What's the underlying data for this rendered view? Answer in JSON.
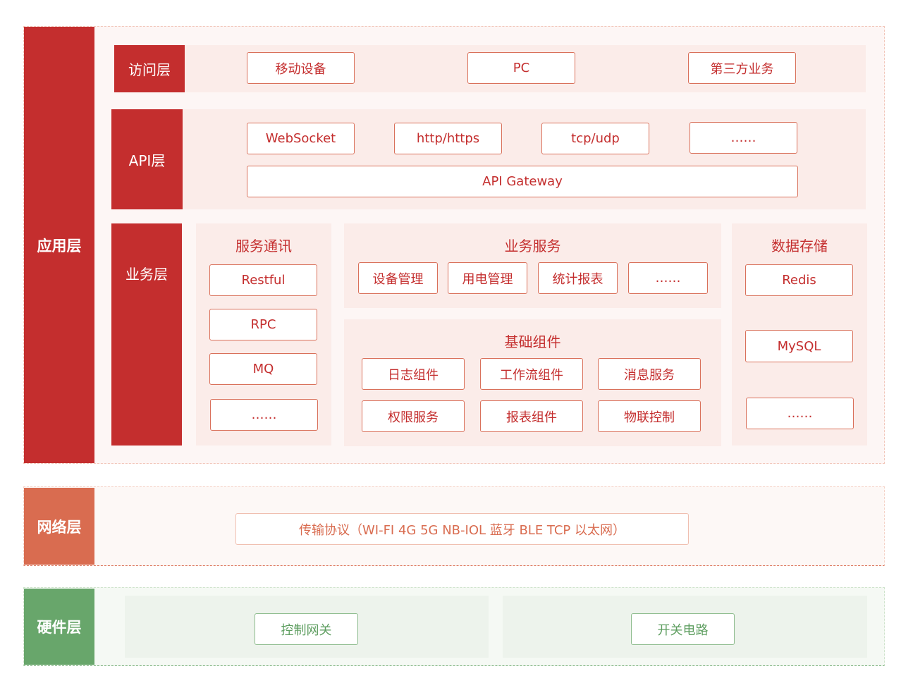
{
  "colors": {
    "app": "#c42e2e",
    "network": "#d96c50",
    "hardware": "#68a66b"
  },
  "app_layer": {
    "label": "应用层",
    "access": {
      "label": "访问层",
      "items": [
        "移动设备",
        "PC",
        "第三方业务"
      ]
    },
    "api": {
      "label": "API层",
      "items": [
        "WebSocket",
        "http/https",
        "tcp/udp",
        "……"
      ],
      "gateway": "API Gateway"
    },
    "business": {
      "label": "业务层",
      "comm": {
        "title": "服务通讯",
        "items": [
          "Restful",
          "RPC",
          "MQ",
          "……"
        ]
      },
      "services": {
        "title": "业务服务",
        "items": [
          "设备管理",
          "用电管理",
          "统计报表",
          "……"
        ]
      },
      "components": {
        "title": "基础组件",
        "items": [
          "日志组件",
          "工作流组件",
          "消息服务",
          "权限服务",
          "报表组件",
          "物联控制"
        ]
      },
      "storage": {
        "title": "数据存储",
        "items": [
          "Redis",
          "MySQL",
          "……"
        ]
      }
    }
  },
  "network_layer": {
    "label": "网络层",
    "protocol": "传输协议（WI-FI  4G 5G NB-IOL 蓝牙 BLE TCP 以太网）"
  },
  "hardware_layer": {
    "label": "硬件层",
    "items": [
      "控制网关",
      "开关电路"
    ]
  }
}
